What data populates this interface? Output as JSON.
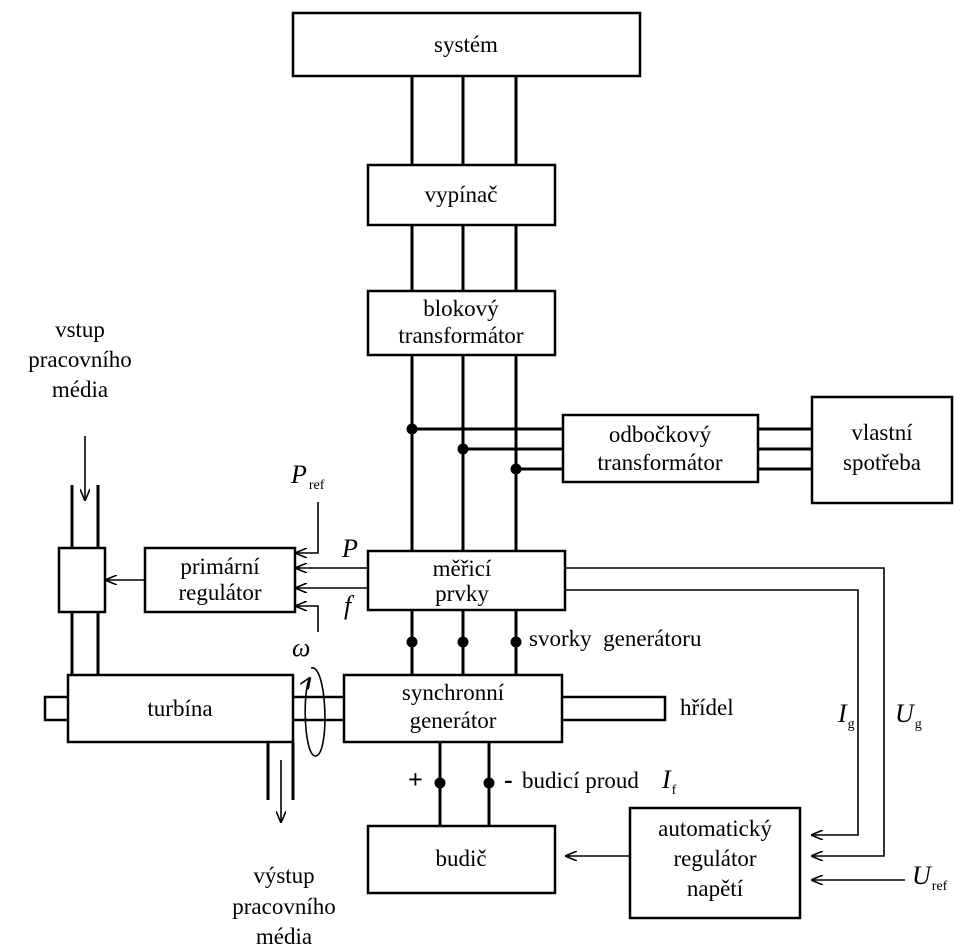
{
  "blocks": {
    "system": "systém",
    "breaker": "vypínač",
    "block_transformer_1": "blokový",
    "block_transformer_2": "transformátor",
    "tap_transformer_1": "odbočkový",
    "tap_transformer_2": "transformátor",
    "own_consumption_1": "vlastní",
    "own_consumption_2": "spotřeba",
    "primary_regulator_1": "primární",
    "primary_regulator_2": "regulátor",
    "measuring_1": "měřicí",
    "measuring_2": "prvky",
    "turbine": "turbína",
    "sync_generator_1": "synchronní",
    "sync_generator_2": "generátor",
    "exciter": "budič",
    "avr_1": "automatický",
    "avr_2": "regulátor",
    "avr_3": "napětí"
  },
  "labels": {
    "input_medium_1": "vstup",
    "input_medium_2": "pracovního",
    "input_medium_3": "média",
    "output_medium_1": "výstup",
    "output_medium_2": "pracovního",
    "output_medium_3": "média",
    "generator_terminals": "svorky  generátoru",
    "shaft": "hřídel",
    "excitation_current": "budicí proud",
    "plus": "+",
    "minus": "-"
  },
  "symbols": {
    "p_ref": "P",
    "p_ref_sub": "ref",
    "p": "P",
    "f": "f",
    "omega": "ω",
    "i_g": "I",
    "i_g_sub": "g",
    "u_g": "U",
    "u_g_sub": "g",
    "i_f": "I",
    "i_f_sub": "f",
    "u_ref": "U",
    "u_ref_sub": "ref"
  }
}
